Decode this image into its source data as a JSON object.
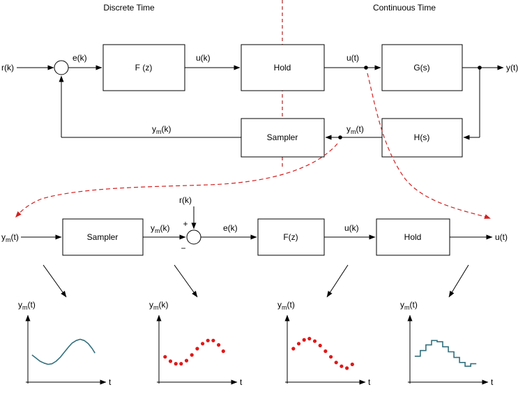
{
  "header": {
    "discrete_label": "Discrete Time",
    "continuous_label": "Continuous Time"
  },
  "top": {
    "blocks": {
      "fz": "F (z)",
      "hold": "Hold",
      "gs": "G(s)",
      "sampler": "Sampler",
      "hs": "H(s)"
    },
    "signals": {
      "rk": "r(k)",
      "ek": "e(k)",
      "uk": "u(k)",
      "ut": "u(t)",
      "yt": "y(t)",
      "ymk": {
        "pre": "y",
        "sub": "m",
        "post": "(k)"
      },
      "ymt": {
        "pre": "y",
        "sub": "m",
        "post": "(t)"
      }
    }
  },
  "bottom": {
    "blocks": {
      "sampler": "Sampler",
      "fz": "F(z)",
      "hold": "Hold"
    },
    "signals": {
      "ymt": {
        "pre": "y",
        "sub": "m",
        "post": "(t)"
      },
      "ymk": {
        "pre": "y",
        "sub": "m",
        "post": "(k)"
      },
      "rk": "r(k)",
      "plus": "+",
      "minus": "−",
      "ek": "e(k)",
      "uk": "u(k)",
      "ut": "u(t)"
    }
  },
  "plots": [
    {
      "type": "line",
      "color": "#33707e",
      "xlabel": "t",
      "label": {
        "pre": "y",
        "sub": "m",
        "post": "(t)"
      },
      "points": [
        [
          0.02,
          0.4
        ],
        [
          0.08,
          0.35
        ],
        [
          0.14,
          0.3
        ],
        [
          0.2,
          0.27
        ],
        [
          0.26,
          0.25
        ],
        [
          0.32,
          0.26
        ],
        [
          0.38,
          0.3
        ],
        [
          0.44,
          0.36
        ],
        [
          0.5,
          0.44
        ],
        [
          0.56,
          0.52
        ],
        [
          0.62,
          0.59
        ],
        [
          0.68,
          0.63
        ],
        [
          0.74,
          0.65
        ],
        [
          0.8,
          0.63
        ],
        [
          0.86,
          0.58
        ],
        [
          0.92,
          0.5
        ],
        [
          0.96,
          0.43
        ]
      ]
    },
    {
      "type": "scatter",
      "color": "#e01818",
      "xlabel": "t",
      "label": {
        "pre": "y",
        "sub": "m",
        "post": "(k)"
      },
      "points": [
        [
          0.05,
          0.37
        ],
        [
          0.13,
          0.3
        ],
        [
          0.21,
          0.26
        ],
        [
          0.29,
          0.26
        ],
        [
          0.37,
          0.31
        ],
        [
          0.45,
          0.4
        ],
        [
          0.53,
          0.5
        ],
        [
          0.61,
          0.58
        ],
        [
          0.69,
          0.63
        ],
        [
          0.77,
          0.63
        ],
        [
          0.85,
          0.56
        ],
        [
          0.92,
          0.46
        ]
      ]
    },
    {
      "type": "scatter",
      "color": "#e01818",
      "xlabel": "t",
      "label": {
        "pre": "y",
        "sub": "m",
        "post": "(t)"
      },
      "points": [
        [
          0.05,
          0.5
        ],
        [
          0.13,
          0.58
        ],
        [
          0.21,
          0.64
        ],
        [
          0.29,
          0.66
        ],
        [
          0.37,
          0.62
        ],
        [
          0.45,
          0.55
        ],
        [
          0.53,
          0.46
        ],
        [
          0.61,
          0.37
        ],
        [
          0.69,
          0.28
        ],
        [
          0.77,
          0.22
        ],
        [
          0.85,
          0.19
        ],
        [
          0.93,
          0.25
        ]
      ]
    },
    {
      "type": "step",
      "color": "#33707e",
      "xlabel": "t",
      "label": {
        "pre": "y",
        "sub": "m",
        "post": "(t)"
      },
      "levels": [
        0.38,
        0.47,
        0.56,
        0.63,
        0.61,
        0.53,
        0.45,
        0.36,
        0.28,
        0.22,
        0.26
      ]
    }
  ],
  "colors": {
    "line": "#000000",
    "divider_red": "#b22222",
    "trace_red": "#d42020",
    "teal": "#33707e",
    "dot_red": "#e01818"
  }
}
